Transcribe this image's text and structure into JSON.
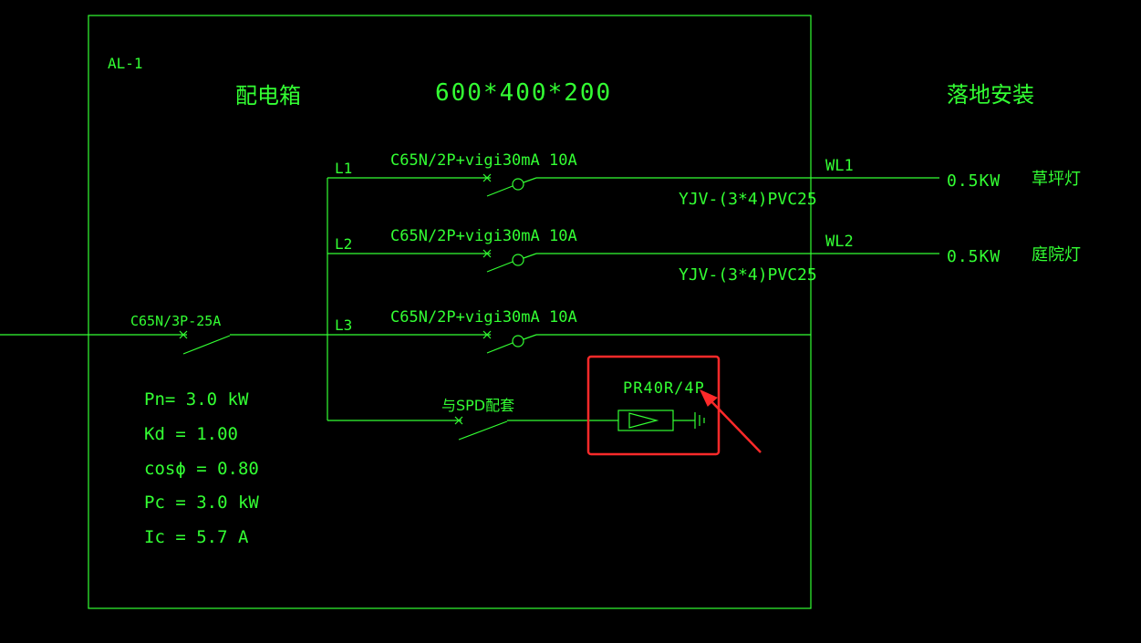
{
  "panel": {
    "id": "AL-1",
    "name": "配电箱",
    "size": "600*400*200",
    "install": "落地安装"
  },
  "main_breaker": "C65N/3P-25A",
  "circuits": [
    {
      "phase": "L1",
      "breaker": "C65N/2P+vigi30mA 10A",
      "circuit": "WL1",
      "cable": "YJV-(3*4)PVC25",
      "load": "0.5KW",
      "usage": "草坪灯"
    },
    {
      "phase": "L2",
      "breaker": "C65N/2P+vigi30mA 10A",
      "circuit": "WL2",
      "cable": "YJV-(3*4)PVC25",
      "load": "0.5KW",
      "usage": "庭院灯"
    },
    {
      "phase": "L3",
      "breaker": "C65N/2P+vigi30mA 10A"
    }
  ],
  "spd": {
    "label": "与SPD配套",
    "model": "PR40R/4P"
  },
  "params": {
    "pn": "Pn= 3.0 kW",
    "kd": "Kd = 1.00",
    "cos": "cosϕ = 0.80",
    "pc": "Pc = 3.0 kW",
    "ic": "Ic = 5.7 A"
  },
  "colors": {
    "line": "#33ff33",
    "highlight": "#ff2a2a",
    "background": "#000000"
  }
}
